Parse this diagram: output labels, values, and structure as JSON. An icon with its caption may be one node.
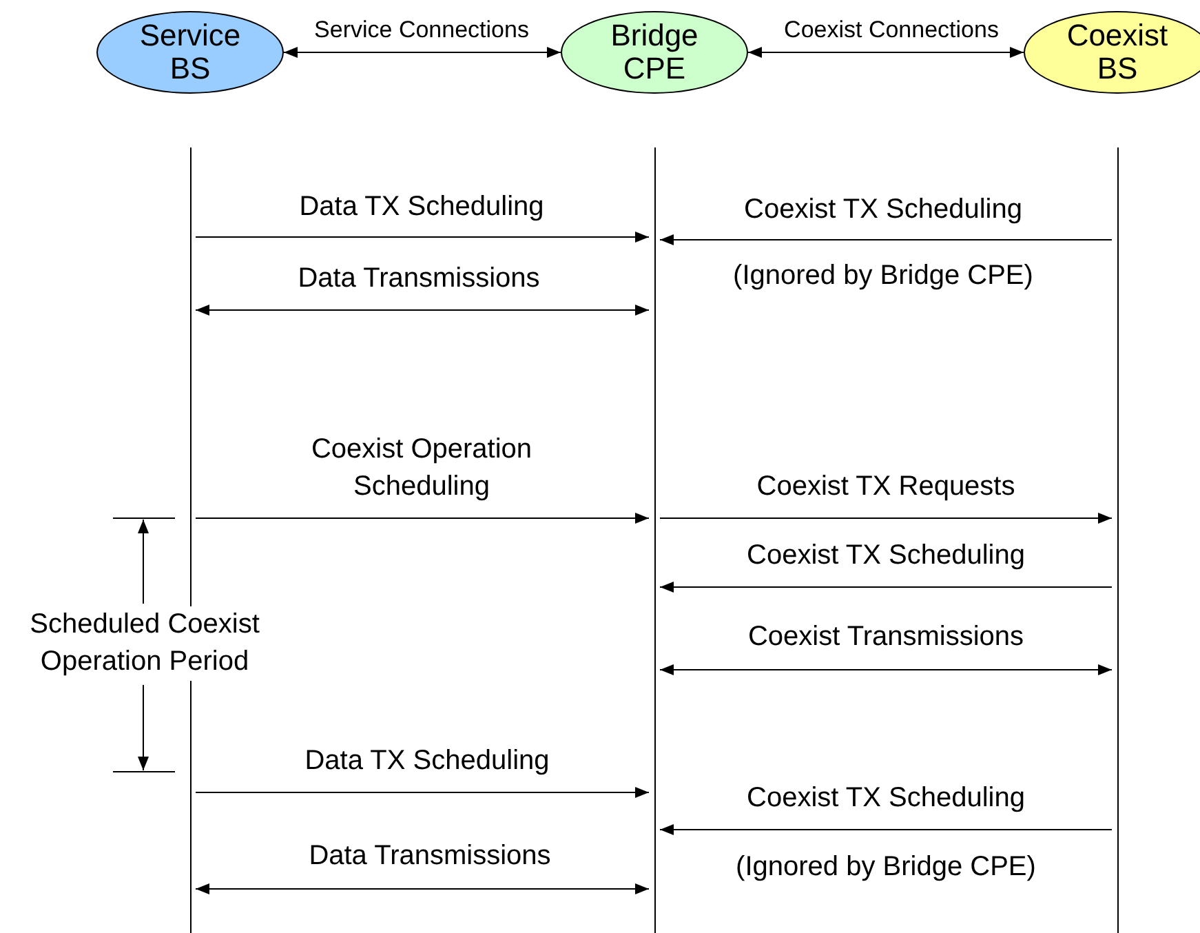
{
  "diagram": {
    "nodes": [
      {
        "text": [
          "Service BS"
        ]
      },
      {
        "text": [
          "Bridge CPE"
        ]
      },
      {
        "text": [
          "Coexist BS"
        ]
      },
      {
        "text": [],
        "shape": "bar"
      },
      {
        "text": [],
        "shape": "bar"
      },
      {
        "text": [],
        "shape": "bar"
      }
    ],
    "edges": [
      {
        "from": 0,
        "to": 1,
        "arrow": "both",
        "label": "Service Connections"
      },
      {
        "from": 1,
        "to": 2,
        "arrow": "both",
        "label": "Coexist Connections"
      },
      {
        "from": 3,
        "to": 4,
        "arrow": "to",
        "label": "Data TX Scheduling"
      },
      {
        "from": 5,
        "to": 4,
        "arrow": "to",
        "label": "Coexist TX Scheduling"
      },
      {
        "from": 3,
        "to": 4,
        "arrow": "both",
        "label": "Data Transmissions"
      },
      {
        "from": 3,
        "to": 4,
        "arrow": "to",
        "label": "Coexist Operation Scheduling"
      },
      {
        "from": 4,
        "to": 5,
        "arrow": "to",
        "label": "Coexist TX Requests"
      },
      {
        "from": 5,
        "to": 4,
        "arrow": "to",
        "label": "Coexist TX Scheduling"
      },
      {
        "from": 4,
        "to": 5,
        "arrow": "both",
        "label": "Coexist Transmissions"
      },
      {
        "from": 3,
        "to": 4,
        "arrow": "to",
        "label": "Data TX Scheduling"
      },
      {
        "from": 5,
        "to": 4,
        "arrow": "to",
        "label": "Coexist TX Scheduling"
      },
      {
        "from": 3,
        "to": 4,
        "arrow": "both",
        "label": "Data Transmissions"
      }
    ],
    "labels": [
      "(Ignored by Bridge CPE)",
      "Scheduled Coexist Operation Period",
      "(Ignored by Bridge CPE)"
    ]
  }
}
